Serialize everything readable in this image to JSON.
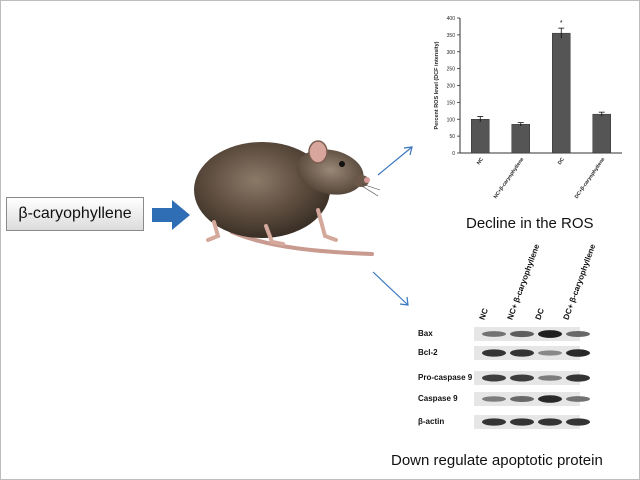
{
  "compound": {
    "label": "β-caryophyllene"
  },
  "captions": {
    "ros": "Decline in the ROS",
    "apoptotic": "Down regulate apoptotic protein"
  },
  "colors": {
    "arrow_blue": "#2f6db5",
    "bar": "#555555",
    "box_border": "#8a8a8a"
  },
  "chart_data": {
    "type": "bar",
    "categories": [
      "NC",
      "NC+β-caryophyllene",
      "DC",
      "DC+β-caryophyllene"
    ],
    "values": [
      100,
      85,
      355,
      115
    ],
    "errors": [
      8,
      5,
      15,
      6
    ],
    "ylabel": "Percent ROS level (DCF intensity)",
    "ylim": [
      0,
      400
    ],
    "yticks": [
      0,
      50,
      100,
      150,
      200,
      250,
      300,
      350,
      400
    ],
    "annotations": [
      {
        "category": "DC",
        "text": "*"
      }
    ]
  },
  "western_blot": {
    "columns": [
      "NC",
      "NC+ β-caryophyllene",
      "DC",
      "DC+ β-caryophyllene"
    ],
    "rows": [
      {
        "label": "Bax",
        "intensities": [
          0.55,
          0.65,
          0.95,
          0.6
        ]
      },
      {
        "label": "Bcl-2",
        "intensities": [
          0.85,
          0.85,
          0.45,
          0.9
        ]
      },
      {
        "label": "Pro-caspase 9",
        "intensities": [
          0.8,
          0.8,
          0.5,
          0.85
        ]
      },
      {
        "label": "Caspase 9",
        "intensities": [
          0.5,
          0.6,
          0.9,
          0.55
        ]
      },
      {
        "label": "β-actin",
        "intensities": [
          0.85,
          0.85,
          0.85,
          0.85
        ]
      }
    ]
  }
}
